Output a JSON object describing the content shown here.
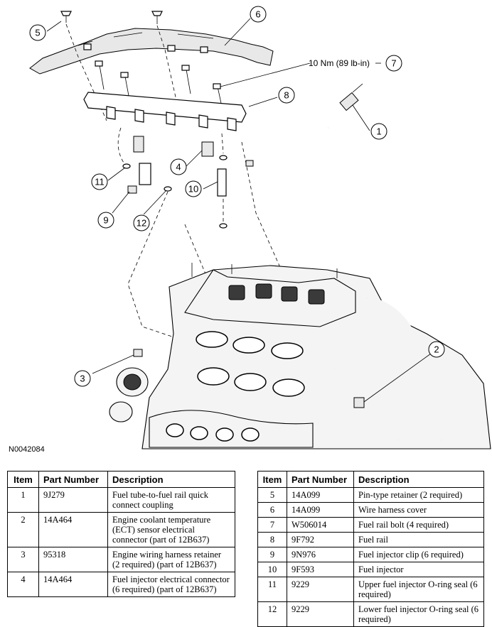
{
  "figure": {
    "code": "N0042084",
    "torque_callout": "10 Nm (89 lb-in)",
    "callouts": [
      "1",
      "2",
      "3",
      "4",
      "5",
      "6",
      "7",
      "8",
      "9",
      "10",
      "11",
      "12"
    ]
  },
  "table": {
    "headers": {
      "item": "Item",
      "part_number": "Part Number",
      "description": "Description"
    },
    "left_rows": [
      {
        "item": "1",
        "part_number": "9J279",
        "description": "Fuel tube-to-fuel rail quick connect coupling"
      },
      {
        "item": "2",
        "part_number": "14A464",
        "description": "Engine coolant temperature (ECT) sensor electrical connector (part of 12B637)"
      },
      {
        "item": "3",
        "part_number": "95318",
        "description": "Engine wiring harness retainer (2 required) (part of 12B637)"
      },
      {
        "item": "4",
        "part_number": "14A464",
        "description": "Fuel injector electrical connector (6 required) (part of 12B637)"
      }
    ],
    "right_rows": [
      {
        "item": "5",
        "part_number": "14A099",
        "description": "Pin-type retainer (2 required)"
      },
      {
        "item": "6",
        "part_number": "14A099",
        "description": "Wire harness cover"
      },
      {
        "item": "7",
        "part_number": "W506014",
        "description": "Fuel rail bolt (4 required)"
      },
      {
        "item": "8",
        "part_number": "9F792",
        "description": "Fuel rail"
      },
      {
        "item": "9",
        "part_number": "9N976",
        "description": "Fuel injector clip (6 required)"
      },
      {
        "item": "10",
        "part_number": "9F593",
        "description": "Fuel injector"
      },
      {
        "item": "11",
        "part_number": "9229",
        "description": "Upper fuel injector O-ring seal (6 required)"
      },
      {
        "item": "12",
        "part_number": "9229",
        "description": "Lower fuel injector O-ring seal (6 required)"
      }
    ]
  }
}
